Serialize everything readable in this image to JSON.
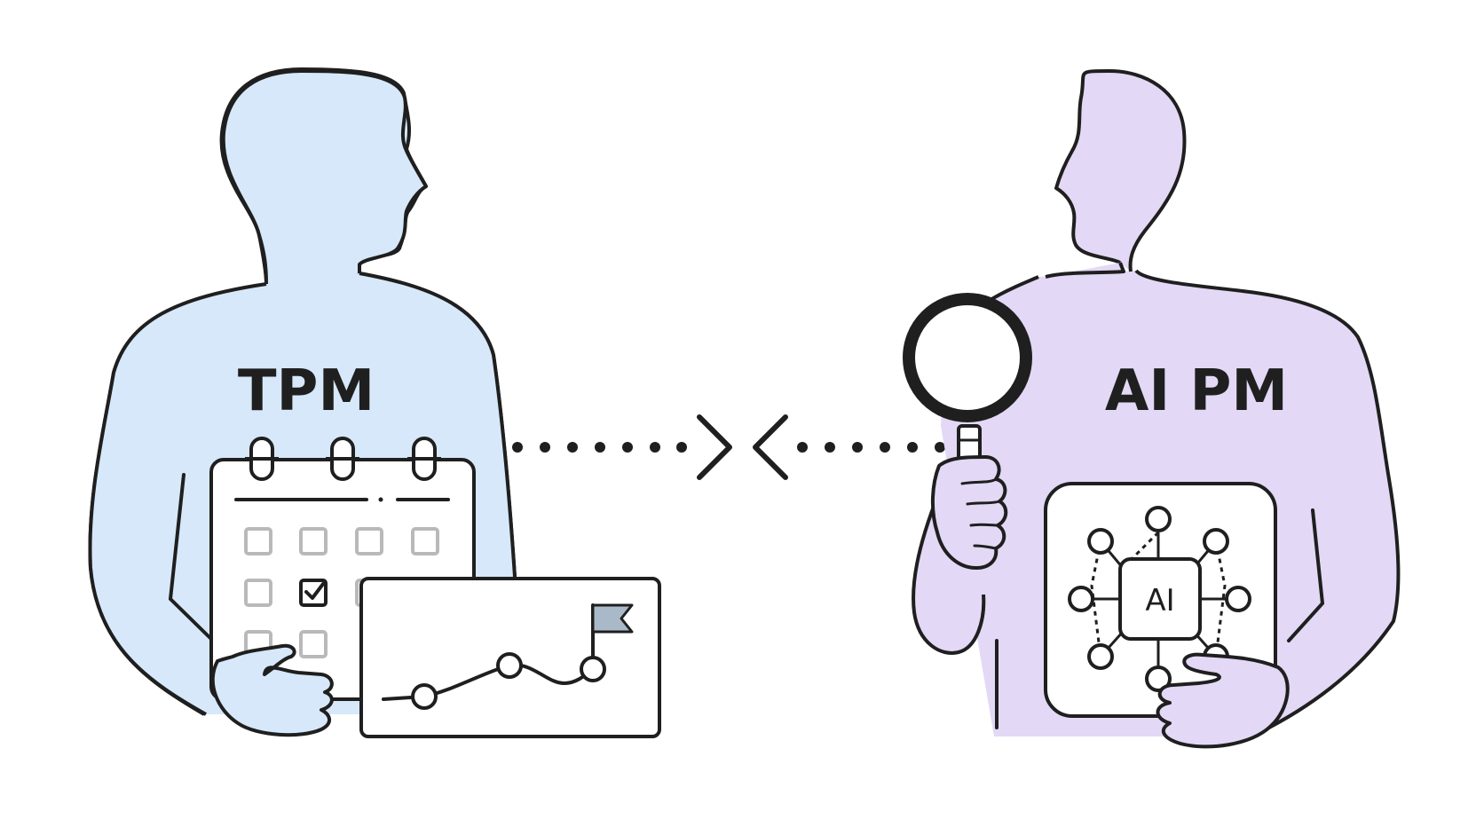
{
  "left_role": {
    "label": "TPM"
  },
  "right_role": {
    "label": "AI PM"
  },
  "ai_chip": {
    "label": "AI"
  },
  "colors": {
    "stroke": "#1f1f1f",
    "left_fill": "#d6e8f9",
    "right_fill": "#e3d8f5",
    "hand_left": "#d6e8f9",
    "hand_right": "#e3d8f5",
    "flag": "#a9b9c8",
    "checkbox": "#b9b9b9",
    "background": "#ffffff"
  },
  "icons": {
    "calendar": "calendar-icon",
    "roadmap": "roadmap-chart-icon",
    "flag": "flag-icon",
    "magnifier": "magnifying-glass-icon",
    "ai_network": "ai-network-icon",
    "connector": "dotted-converging-arrows"
  }
}
